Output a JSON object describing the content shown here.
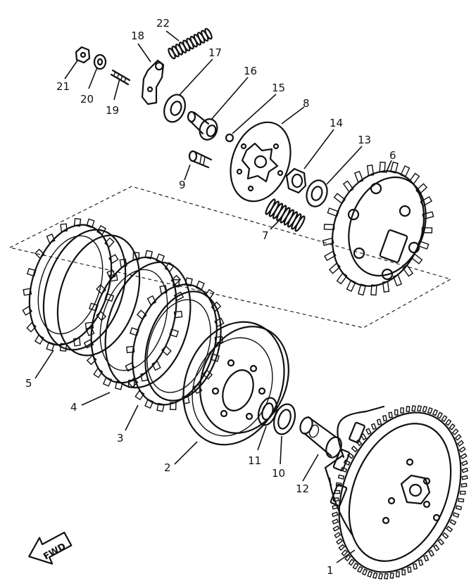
{
  "diagram": {
    "callouts": [
      {
        "id": "c1",
        "text": "1"
      },
      {
        "id": "c2",
        "text": "2"
      },
      {
        "id": "c3",
        "text": "3"
      },
      {
        "id": "c4",
        "text": "4"
      },
      {
        "id": "c5",
        "text": "5"
      },
      {
        "id": "c6",
        "text": "6"
      },
      {
        "id": "c7",
        "text": "7"
      },
      {
        "id": "c8",
        "text": "8"
      },
      {
        "id": "c9",
        "text": "9"
      },
      {
        "id": "c10",
        "text": "10"
      },
      {
        "id": "c11",
        "text": "11"
      },
      {
        "id": "c12",
        "text": "12"
      },
      {
        "id": "c13",
        "text": "13"
      },
      {
        "id": "c14",
        "text": "14"
      },
      {
        "id": "c15",
        "text": "15"
      },
      {
        "id": "c16",
        "text": "16"
      },
      {
        "id": "c17",
        "text": "17"
      },
      {
        "id": "c18",
        "text": "18"
      },
      {
        "id": "c19",
        "text": "19"
      },
      {
        "id": "c20",
        "text": "20"
      },
      {
        "id": "c21",
        "text": "21"
      },
      {
        "id": "c22",
        "text": "22"
      }
    ],
    "fwd_label": "FWD",
    "colors": {
      "ink": "#111111",
      "paper": "#ffffff"
    }
  }
}
